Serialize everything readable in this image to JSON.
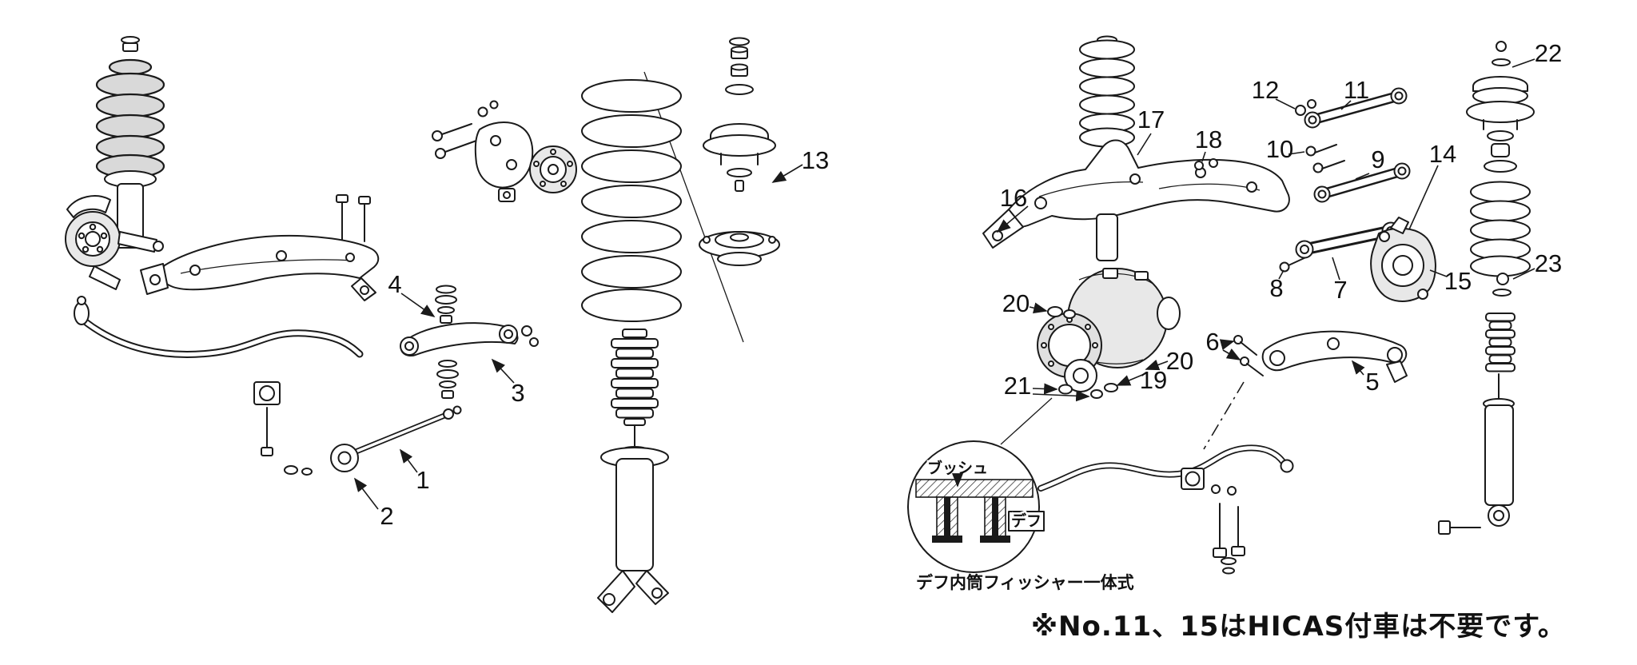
{
  "figure": {
    "type": "exploded-parts-diagram",
    "subject": "vehicle front and rear suspension exploded view",
    "background": "#ffffff",
    "ink": "#1a1a1a"
  },
  "callouts": {
    "c1": "1",
    "c2": "2",
    "c3": "3",
    "c4": "4",
    "c5": "5",
    "c6": "6",
    "c7": "7",
    "c8": "8",
    "c9": "9",
    "c10": "10",
    "c11": "11",
    "c12": "12",
    "c13": "13",
    "c14": "14",
    "c15": "15",
    "c16": "16",
    "c17": "17",
    "c18": "18",
    "c19": "19",
    "c20a": "20",
    "c20b": "20",
    "c21": "21",
    "c22": "22",
    "c23": "23"
  },
  "inset": {
    "bush_label": "ブッシュ",
    "diff_label": "デフ",
    "caption": "デフ内筒フィッシャー一体式"
  },
  "footnote": "※No.11、15はHICAS付車は不要です。"
}
